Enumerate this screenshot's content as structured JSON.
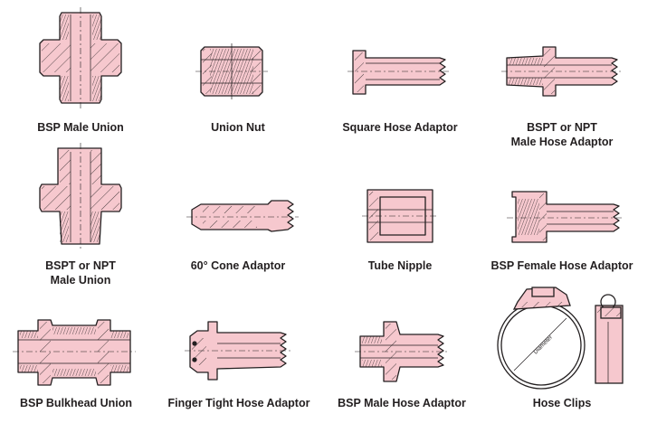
{
  "figure": {
    "items": [
      {
        "id": "bsp-male-union",
        "label": "BSP Male Union"
      },
      {
        "id": "union-nut",
        "label": "Union Nut"
      },
      {
        "id": "square-hose-adaptor",
        "label": "Square Hose Adaptor"
      },
      {
        "id": "bspt-npt-male-hose-adaptor",
        "label": "BSPT or NPT\nMale Hose Adaptor"
      },
      {
        "id": "bspt-npt-male-union",
        "label": "BSPT or NPT\nMale Union"
      },
      {
        "id": "cone-adaptor-60",
        "label": "60° Cone Adaptor"
      },
      {
        "id": "tube-nipple",
        "label": "Tube Nipple"
      },
      {
        "id": "bsp-female-hose-adaptor",
        "label": "BSP Female Hose Adaptor"
      },
      {
        "id": "bsp-bulkhead-union",
        "label": "BSP Bulkhead Union"
      },
      {
        "id": "finger-tight-hose-adaptor",
        "label": "Finger Tight Hose Adaptor"
      },
      {
        "id": "bsp-male-hose-adaptor",
        "label": "BSP Male Hose Adaptor"
      },
      {
        "id": "hose-clips",
        "label": "Hose Clips"
      }
    ],
    "clip_text": "Diameter",
    "colors": {
      "part_fill": "#f6c8ce",
      "line": "#231f20",
      "background": "#ffffff"
    },
    "icons": [
      "fitting-drawing"
    ]
  }
}
